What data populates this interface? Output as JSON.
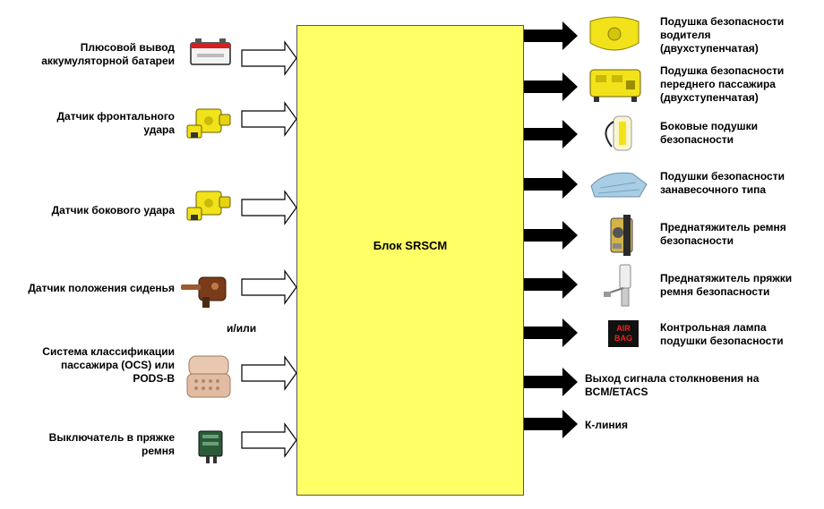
{
  "block": {
    "title": "Блок SRSCM"
  },
  "inputs": [
    {
      "icon": "battery-icon",
      "lines": [
        "Плюсовой вывод",
        "аккумуляторной батареи"
      ]
    },
    {
      "icon": "front-impact-sensor-icon",
      "lines": [
        "Датчик фронтального",
        "удара"
      ]
    },
    {
      "icon": "side-impact-sensor-icon",
      "lines": [
        "Датчик бокового удара"
      ]
    },
    {
      "icon": "seat-position-sensor-icon",
      "lines": [
        "Датчик положения сиденья"
      ]
    },
    {
      "icon": "occupant-classification-icon",
      "lines": [
        "Система классификации",
        "пассажира (OCS) или",
        "PODS-B"
      ]
    },
    {
      "icon": "buckle-switch-icon",
      "lines": [
        "Выключатель в пряжке",
        "ремня"
      ]
    }
  ],
  "and_or_label": "и/или",
  "outputs": [
    {
      "icon": "driver-airbag-icon",
      "lines": [
        "Подушка безопасности",
        "водителя",
        "(двухступенчатая)"
      ]
    },
    {
      "icon": "passenger-airbag-icon",
      "lines": [
        "Подушка безопасности",
        "переднего пассажира",
        "(двухступенчатая)"
      ]
    },
    {
      "icon": "side-airbag-icon",
      "lines": [
        "Боковые подушки",
        "безопасности"
      ]
    },
    {
      "icon": "curtain-airbag-icon",
      "lines": [
        "Подушки безопасности",
        "занавесочного типа"
      ]
    },
    {
      "icon": "belt-pretensioner-icon",
      "lines": [
        "Преднатяжитель ремня",
        "безопасности"
      ]
    },
    {
      "icon": "buckle-pretensioner-icon",
      "lines": [
        "Преднатяжитель пряжки",
        "ремня безопасности"
      ]
    },
    {
      "icon": "airbag-warning-lamp-icon",
      "lines": [
        "Контрольная лампа",
        "подушки безопасности"
      ],
      "lamp_top": "AIR",
      "lamp_bottom": "BAG"
    },
    {
      "icon": "",
      "lines": [
        "Выход сигнала столкновения на",
        "BCM/ETACS"
      ]
    },
    {
      "icon": "",
      "lines": [
        "К-линия"
      ]
    }
  ],
  "colors": {
    "block_fill": "#ffff66",
    "component_yellow": "#f2e21a",
    "lamp_background": "#111111",
    "lamp_text": "#e8231d"
  }
}
